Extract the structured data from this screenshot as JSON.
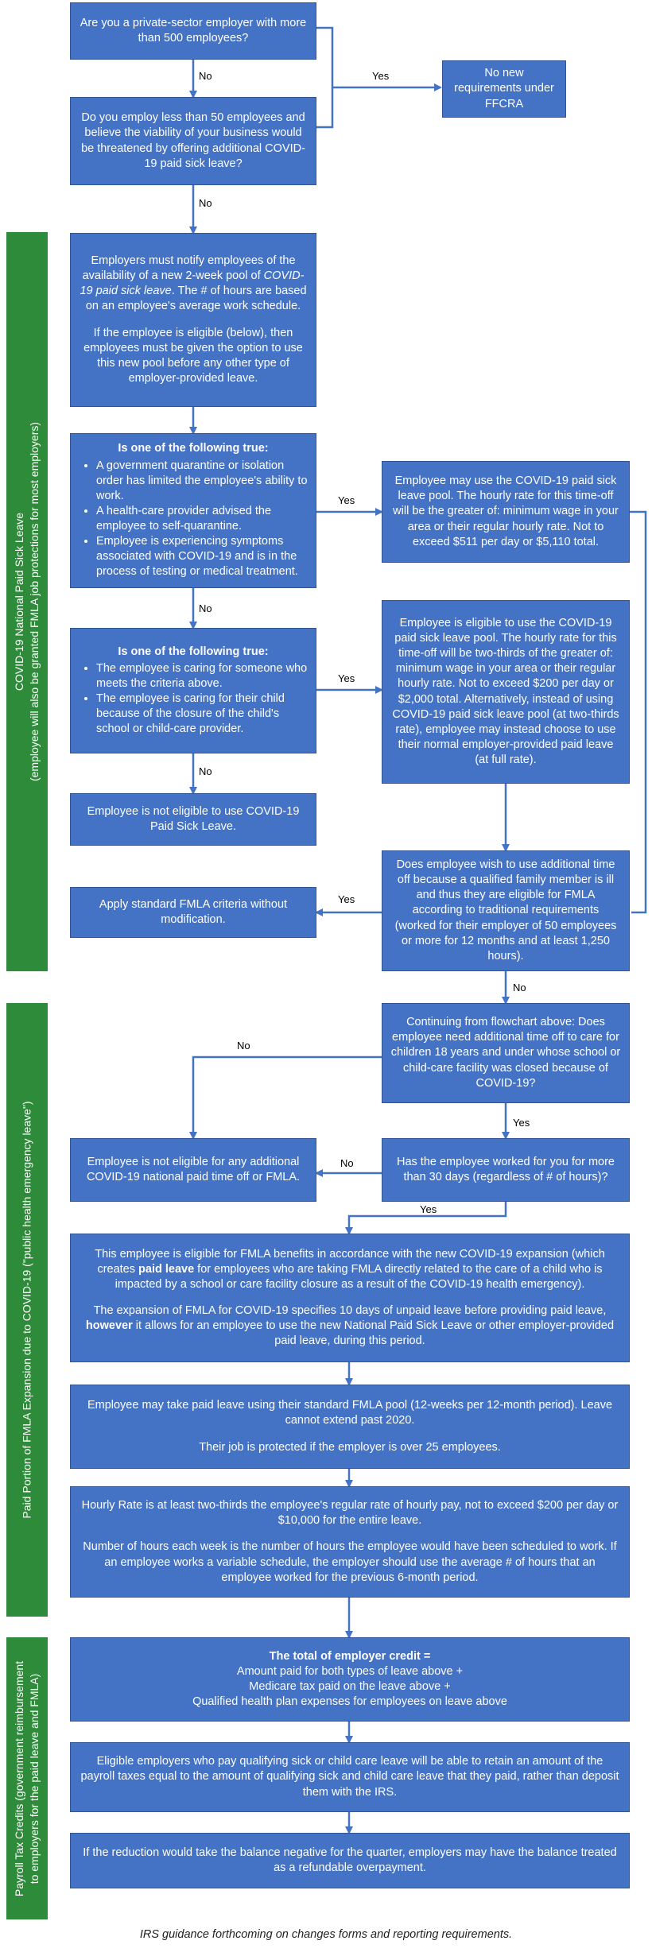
{
  "start": {
    "q1": "Are you a private-sector employer with more than 500 employees?",
    "q2": "Do you employ less than 50 employees and believe the viability of your business would be threatened by offering additional COVID-19 paid sick leave?",
    "no_req": "No new requirements under FFCRA"
  },
  "labels": {
    "yes": "Yes",
    "no": "No"
  },
  "section1": {
    "band_line1": "COVID-19 National Paid Sick Leave",
    "band_line2": "(employee will also be granted FMLA job protections for most employers)",
    "notify_a": "Employers must notify employees of the availability of a new 2-week pool of ",
    "notify_em": "COVID-19 paid sick leave",
    "notify_b": ". The # of hours are based on an employee's average work schedule.",
    "notify_p2": "If the employee is eligible (below), then employees must be given the option to use this new pool before any other type of employer-provided leave.",
    "q3_title": "Is one of the following true:",
    "q3_items": [
      "A government quarantine or isolation order has limited the employee's ability to work.",
      "A health-care provider advised the employee to self-quarantine.",
      "Employee is experiencing symptoms associated with COVID-19 and is in the process of testing or medical treatment."
    ],
    "a3": "Employee may use the COVID-19 paid sick leave pool. The hourly rate for this time-off will be the greater of: minimum wage in your area or their regular hourly rate. Not to exceed $511 per day or $5,110 total.",
    "q4_title": "Is one of the following true:",
    "q4_items": [
      "The employee is caring for someone who meets the criteria above.",
      "The employee is caring for their child because of the closure of the child's school or child-care provider."
    ],
    "a4": "Employee is eligible to use the COVID-19 paid sick leave pool. The hourly rate for this time-off will be two-thirds of the greater of: minimum wage in your area or their regular hourly rate. Not to exceed $200 per day or $2,000 total. Alternatively, instead of using COVID-19 paid sick leave pool (at two-thirds rate), employee may instead choose to use their normal employer-provided paid leave (at full rate).",
    "not_eligible": "Employee is not eligible to use COVID-19 Paid Sick Leave.",
    "q5": "Does employee wish to use additional time off because a qualified family member is ill and thus they are eligible for FMLA according to traditional requirements (worked for their employer of 50 employees or more for 12 months and at least 1,250 hours).",
    "standard_fmla": "Apply standard FMLA criteria without modification."
  },
  "section2": {
    "band_text": "Paid Portion of FMLA Expansion due to COVID-19  (\"public health emergency leave\")",
    "q6": "Continuing from flowchart above: Does employee need additional time off to care for children 18 years and under whose school or child-care facility was closed because of COVID-19?",
    "q7": "Has the employee worked for you for more than 30 days (regardless of # of hours)?",
    "not_eligible2": "Employee is not eligible for any additional COVID-19 national paid time off or FMLA.",
    "fmla_a": "This employee is eligible for FMLA benefits in accordance with the new COVID-19 expansion (which creates ",
    "fmla_b": "paid leave",
    "fmla_c": " for employees who are taking FMLA directly related to the care of a child who is impacted by a school or care facility closure as a result of the COVID-19 health emergency).",
    "fmla_p2a": "The expansion of FMLA for COVID-19 specifies 10 days of unpaid leave before providing paid leave, ",
    "fmla_p2b": "however",
    "fmla_p2c": " it allows for an employee to use the new National Paid Sick Leave or other employer-provided paid leave, during this period.",
    "paid_p1": "Employee may take paid leave using their standard FMLA pool (12-weeks per 12-month period). Leave cannot extend past 2020.",
    "paid_p2": "Their job is protected if the employer is over 25 employees.",
    "rate_p1": "Hourly Rate is at least two-thirds the employee's regular rate of hourly pay, not to exceed $200 per day or $10,000 for the entire leave.",
    "rate_p2": "Number of hours each week is the number of hours the employee would have been scheduled to work.  If an employee works a variable schedule, the employer should use the average # of hours that an employee worked for the previous 6-month period."
  },
  "section3": {
    "band_line1": "Payroll Tax Credits (government reimbursement",
    "band_line2": "to employers for the paid leave and FMLA)",
    "credit_title": "The total of employer credit =",
    "credit_lines": [
      "Amount paid for both types of leave above  +",
      "Medicare tax paid on the leave above  +",
      "Qualified health plan expenses for employees on leave above"
    ],
    "retain": "Eligible employers who pay qualifying sick or child care leave will be able to retain an amount of the payroll taxes equal to the amount of qualifying sick and child care leave that they paid, rather than deposit them with the IRS.",
    "refund": "If the reduction would take the balance negative for the quarter, employers may have the balance treated as a refundable overpayment."
  },
  "footer": "IRS guidance forthcoming on changes forms and reporting requirements.",
  "colors": {
    "box": "#4472c4",
    "band": "#2e8b3a",
    "arrow": "#4472c4"
  }
}
